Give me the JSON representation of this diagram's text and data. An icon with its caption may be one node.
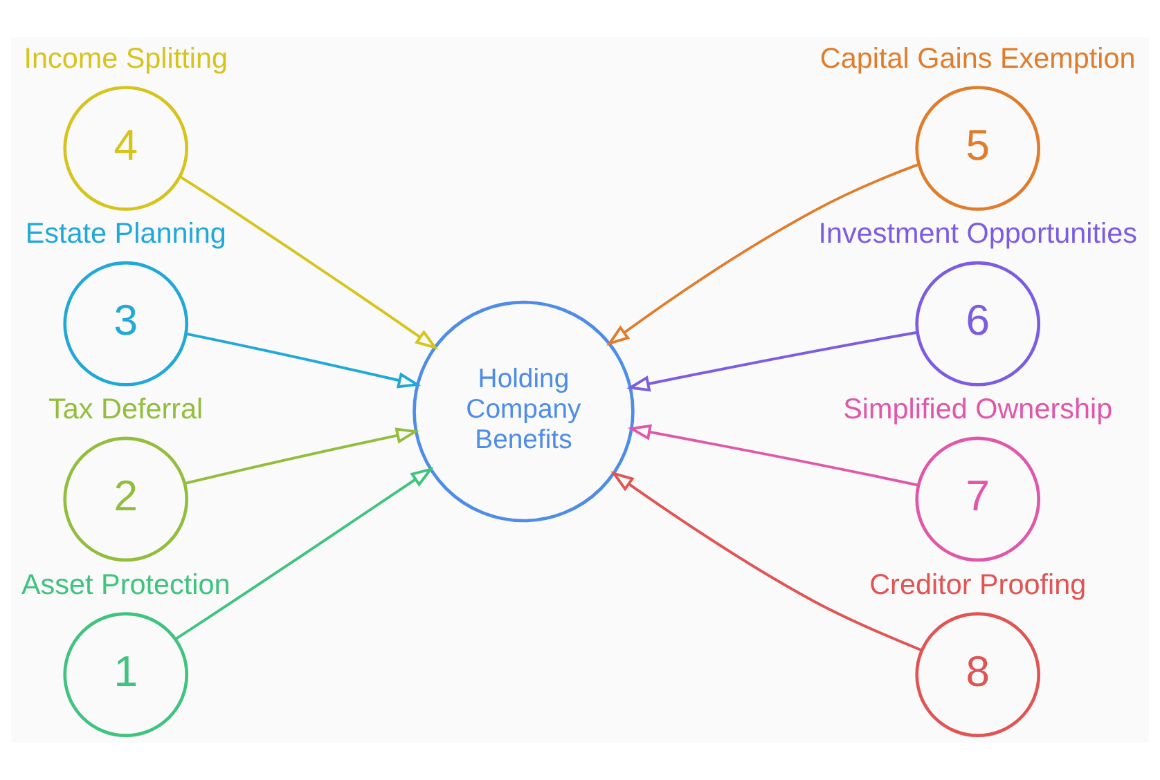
{
  "diagram": {
    "nodes": [
      {
        "text": [
          "Holding Company Benefits"
        ]
      },
      {
        "text": [
          "1"
        ],
        "beside": [
          "Asset Protection"
        ]
      },
      {
        "text": [
          "2"
        ],
        "beside": [
          "Tax Deferral"
        ]
      },
      {
        "text": [
          "3"
        ],
        "beside": [
          "Estate Planning"
        ]
      },
      {
        "text": [
          "4"
        ],
        "beside": [
          "Income Splitting"
        ]
      },
      {
        "text": [
          "5"
        ],
        "beside": [
          "Capital Gains Exemption"
        ]
      },
      {
        "text": [
          "6"
        ],
        "beside": [
          "Investment Opportunities"
        ]
      },
      {
        "text": [
          "7"
        ],
        "beside": [
          "Simplified Ownership"
        ]
      },
      {
        "text": [
          "8"
        ],
        "beside": [
          "Creditor Proofing"
        ]
      }
    ],
    "edges": [
      {
        "from": 1,
        "to": 0,
        "arrow": "to",
        "color": "#3fc37f"
      },
      {
        "from": 2,
        "to": 0,
        "arrow": "to",
        "color": "#93bd3c"
      },
      {
        "from": 3,
        "to": 0,
        "arrow": "to",
        "color": "#21a8d8"
      },
      {
        "from": 4,
        "to": 0,
        "arrow": "to",
        "color": "#d6c41c"
      },
      {
        "from": 5,
        "to": 0,
        "arrow": "to",
        "color": "#e07d2c"
      },
      {
        "from": 6,
        "to": 0,
        "arrow": "to",
        "color": "#7b5ce2"
      },
      {
        "from": 7,
        "to": 0,
        "arrow": "to",
        "color": "#e057a9"
      },
      {
        "from": 8,
        "to": 0,
        "arrow": "to",
        "color": "#e15454"
      }
    ]
  }
}
